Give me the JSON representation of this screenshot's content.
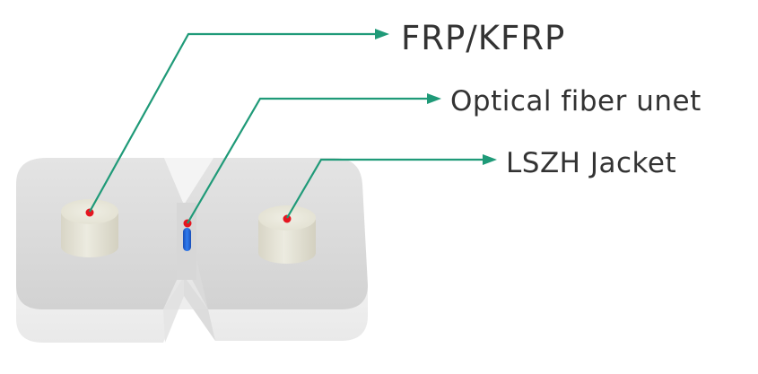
{
  "labels": {
    "frp": "FRP/KFRP",
    "fiber": "Optical fiber unet",
    "jacket": "LSZH Jacket"
  },
  "colors": {
    "leader": "#1f9a78",
    "marker": "#e5151f",
    "fiber": "#1e5fd6",
    "jacket_top": "#dedede",
    "member_top": "#ebe9dc"
  }
}
